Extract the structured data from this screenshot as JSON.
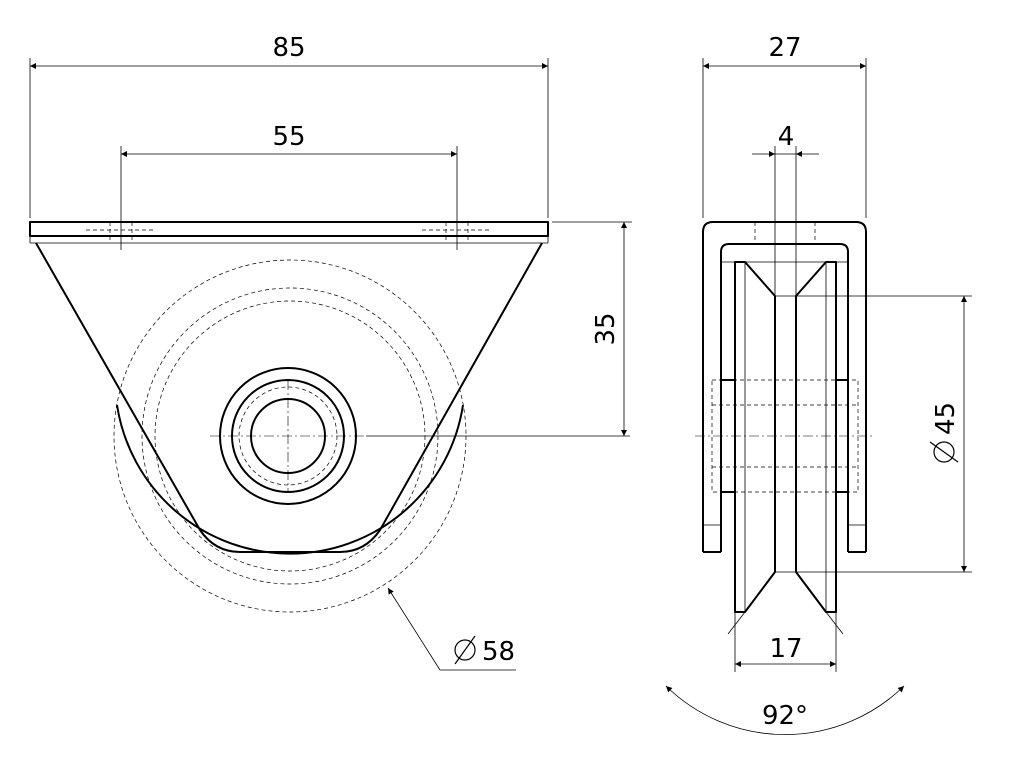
{
  "drawing": {
    "front_view": {
      "overall_width": "85",
      "hole_spacing": "55",
      "axle_height": "35",
      "wheel_diameter": "58",
      "diameter_symbol": "⌀"
    },
    "side_view": {
      "overall_width": "27",
      "groove_width": "4",
      "wheel_diameter": "45",
      "wheel_width": "17",
      "groove_angle": "92°",
      "diameter_symbol": "⌀"
    }
  }
}
